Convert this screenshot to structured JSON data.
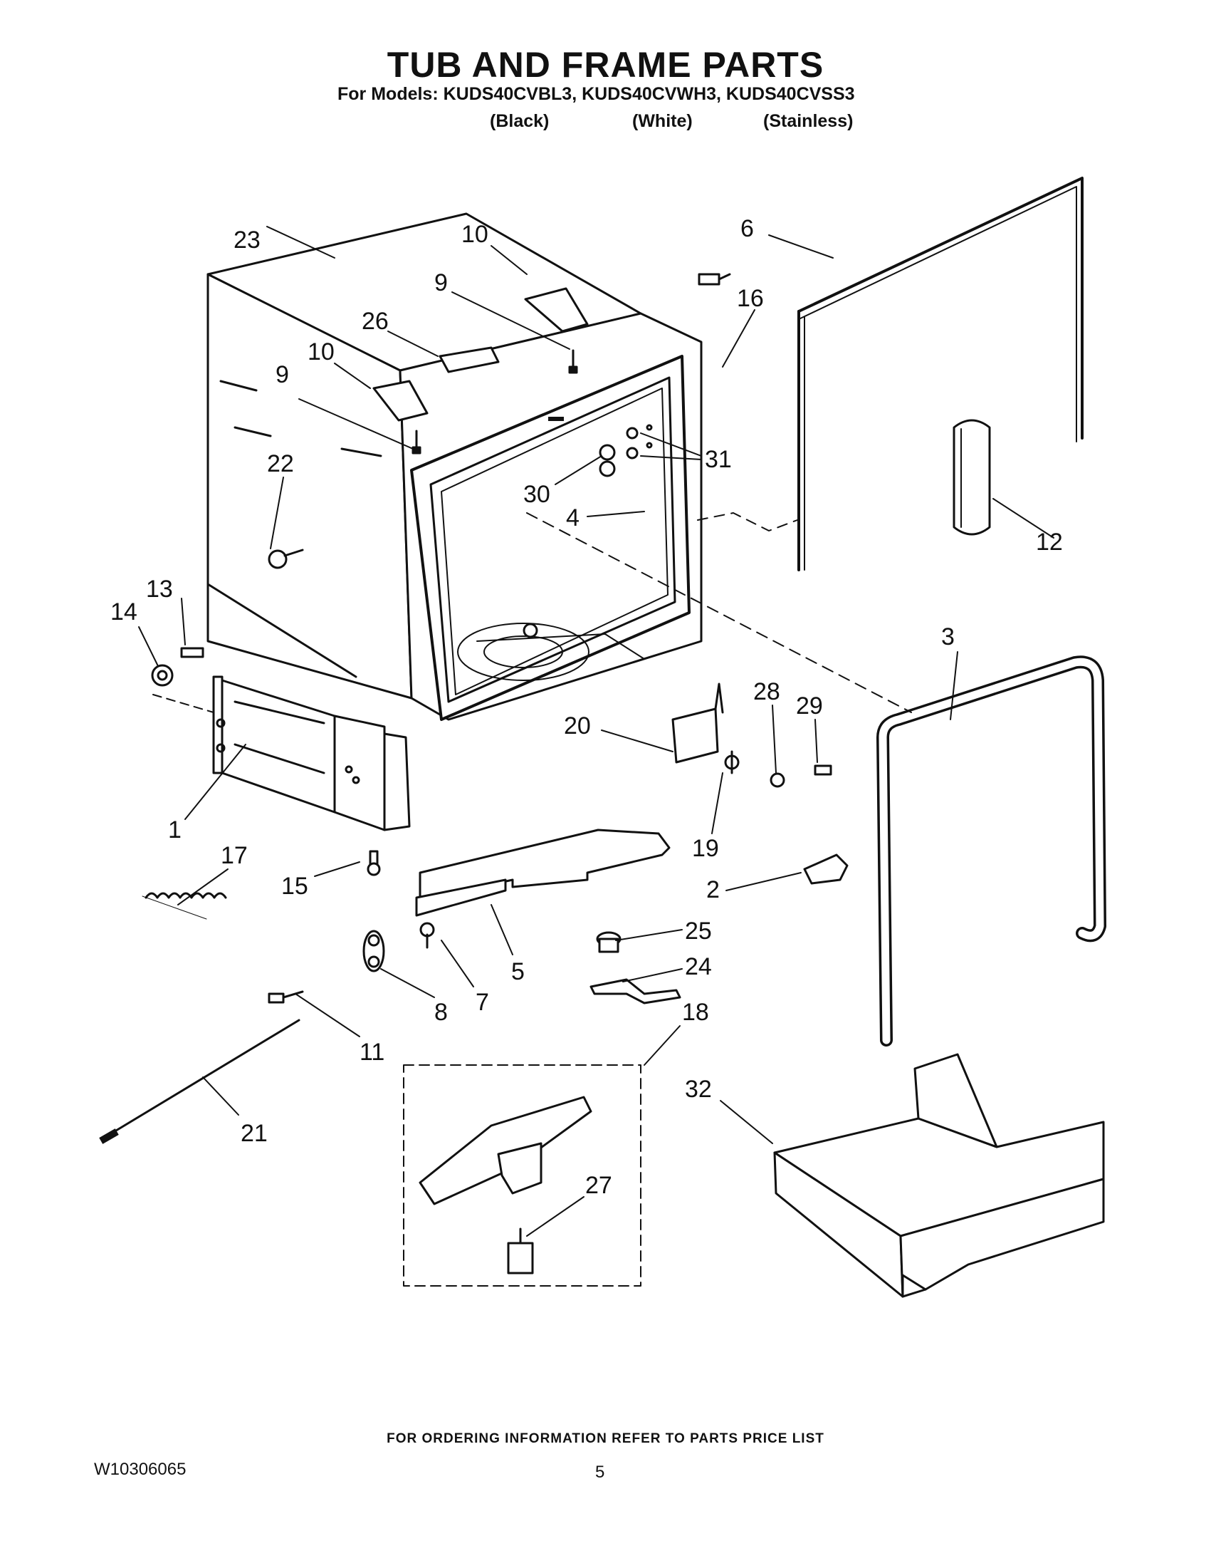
{
  "header": {
    "title": "TUB AND FRAME PARTS",
    "models_line": "For Models: KUDS40CVBL3, KUDS40CVWH3, KUDS40CVSS3",
    "variants": [
      "(Black)",
      "(White)",
      "(Stainless)"
    ]
  },
  "callouts": [
    {
      "id": "c23",
      "label": "23"
    },
    {
      "id": "c10a",
      "label": "10"
    },
    {
      "id": "c9a",
      "label": "9"
    },
    {
      "id": "c6",
      "label": "6"
    },
    {
      "id": "c16",
      "label": "16"
    },
    {
      "id": "c26",
      "label": "26"
    },
    {
      "id": "c10b",
      "label": "10"
    },
    {
      "id": "c9b",
      "label": "9"
    },
    {
      "id": "c31",
      "label": "31"
    },
    {
      "id": "c22",
      "label": "22"
    },
    {
      "id": "c30",
      "label": "30"
    },
    {
      "id": "c4",
      "label": "4"
    },
    {
      "id": "c12",
      "label": "12"
    },
    {
      "id": "c13",
      "label": "13"
    },
    {
      "id": "c14",
      "label": "14"
    },
    {
      "id": "c3",
      "label": "3"
    },
    {
      "id": "c28",
      "label": "28"
    },
    {
      "id": "c29",
      "label": "29"
    },
    {
      "id": "c20",
      "label": "20"
    },
    {
      "id": "c1",
      "label": "1"
    },
    {
      "id": "c19",
      "label": "19"
    },
    {
      "id": "c17",
      "label": "17"
    },
    {
      "id": "c15",
      "label": "15"
    },
    {
      "id": "c2",
      "label": "2"
    },
    {
      "id": "c25",
      "label": "25"
    },
    {
      "id": "c5",
      "label": "5"
    },
    {
      "id": "c24",
      "label": "24"
    },
    {
      "id": "c8",
      "label": "8"
    },
    {
      "id": "c7",
      "label": "7"
    },
    {
      "id": "c18",
      "label": "18"
    },
    {
      "id": "c11",
      "label": "11"
    },
    {
      "id": "c32",
      "label": "32"
    },
    {
      "id": "c21",
      "label": "21"
    },
    {
      "id": "c27",
      "label": "27"
    }
  ],
  "footer": {
    "ordering_note": "FOR ORDERING INFORMATION REFER TO PARTS PRICE LIST",
    "document_number": "W10306065",
    "page_number": "5"
  }
}
